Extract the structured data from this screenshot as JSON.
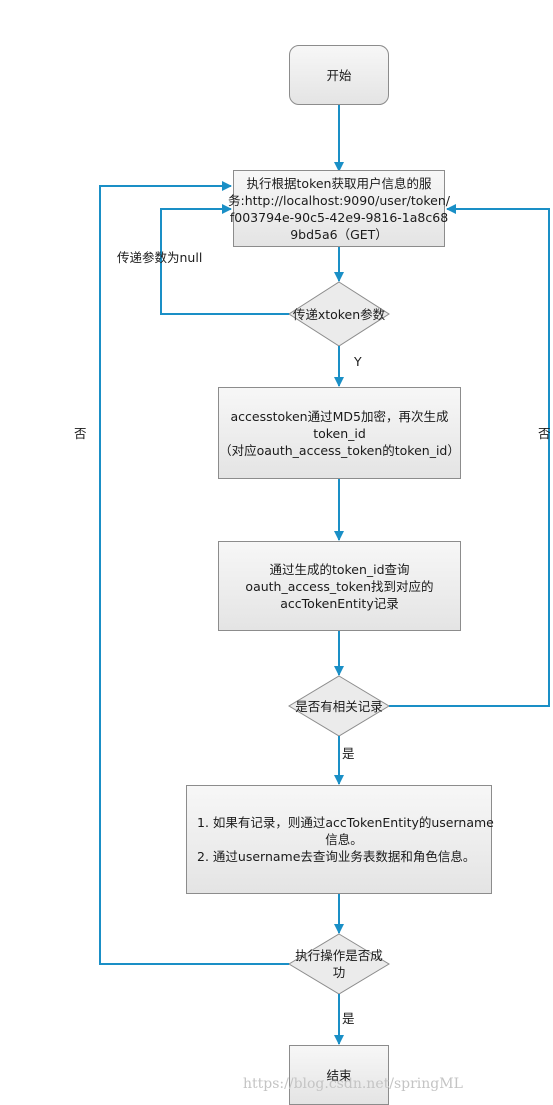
{
  "nodes": {
    "start": {
      "label": "开始"
    },
    "fetch_service": {
      "lines": [
        "执行根据token获取用户信息的服",
        "务:http://localhost:9090/user/token/",
        "f003794e-90c5-42e9-9816-1a8c68",
        "9bd5a6（GET）"
      ]
    },
    "check_param": {
      "label": "传递xtoken参数"
    },
    "encrypt": {
      "lines": [
        "accesstoken通过MD5加密，再次生成",
        "token_id",
        "（对应oauth_access_token的token_id）"
      ]
    },
    "lookup": {
      "lines": [
        "通过生成的token_id查询",
        "oauth_access_token找到对应的",
        "accTokenEntity记录"
      ]
    },
    "has_record": {
      "label": "是否有相关记录"
    },
    "query_business": {
      "lines": [
        "1. 如果有记录，则通过accTokenEntity的username",
        "信息。",
        "2. 通过username去查询业务表数据和角色信息。"
      ]
    },
    "op_success": {
      "lines": [
        "执行操作是否成",
        "功"
      ]
    },
    "end": {
      "label": "结束"
    }
  },
  "edge_labels": {
    "param_null": "传递参数为null",
    "param_yes": "Y",
    "record_no": "否",
    "record_yes": "是",
    "op_no": "否",
    "op_yes": "是"
  },
  "watermark": "https://blog.csdn.net/springML",
  "colors": {
    "arrow": "#1a8fc6",
    "node_border": "#8c8c8c"
  }
}
